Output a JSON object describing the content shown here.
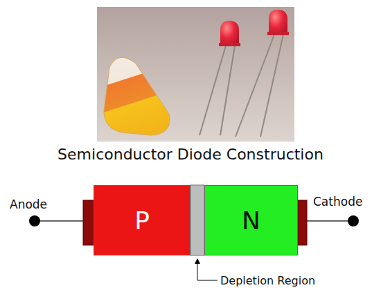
{
  "diagram": {
    "title": "Semiconductor Diode Construction",
    "nodes": [
      {
        "text": [
          "P"
        ]
      },
      {
        "text": [
          "N"
        ]
      }
    ],
    "labels": [
      "Anode",
      "Cathode",
      "Depletion Region"
    ]
  }
}
